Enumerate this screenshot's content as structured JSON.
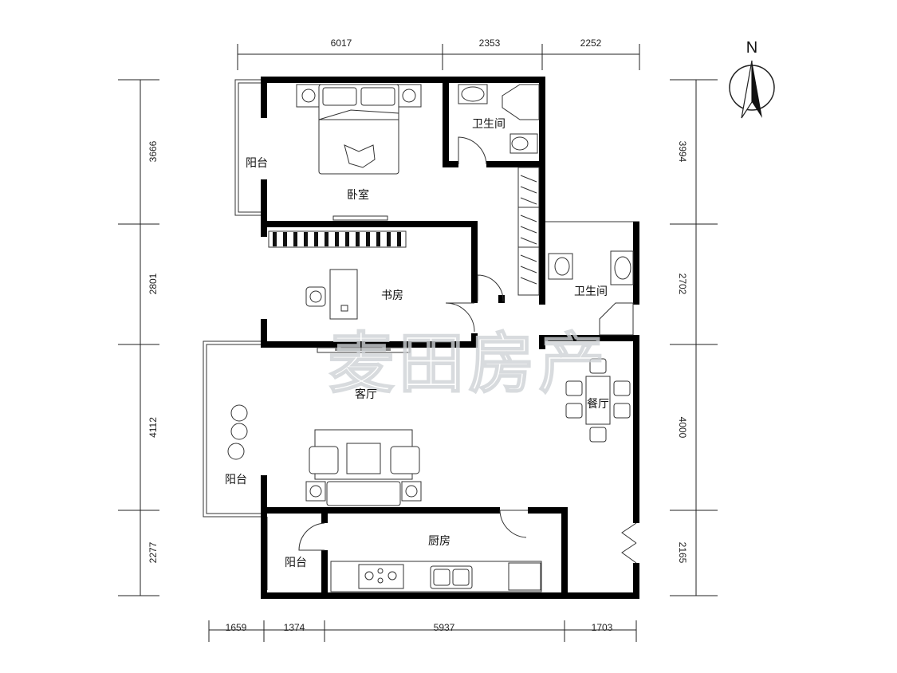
{
  "north": "N",
  "dimensions": {
    "top": [
      "6017",
      "2353",
      "2252"
    ],
    "bottom": [
      "1659",
      "1374",
      "5937",
      "1703"
    ],
    "left": [
      "3666",
      "2801",
      "4112",
      "2277"
    ],
    "right": [
      "3994",
      "2702",
      "4000",
      "2165"
    ]
  },
  "rooms": {
    "balcony_top": "阳台",
    "bedroom": "卧室",
    "bathroom_1": "卫生间",
    "study": "书房",
    "bathroom_2": "卫生间",
    "living": "客厅",
    "dining": "餐厅",
    "balcony_left": "阳台",
    "kitchen": "厨房",
    "balcony_bottom": "阳台"
  },
  "watermark": "麦田房产"
}
